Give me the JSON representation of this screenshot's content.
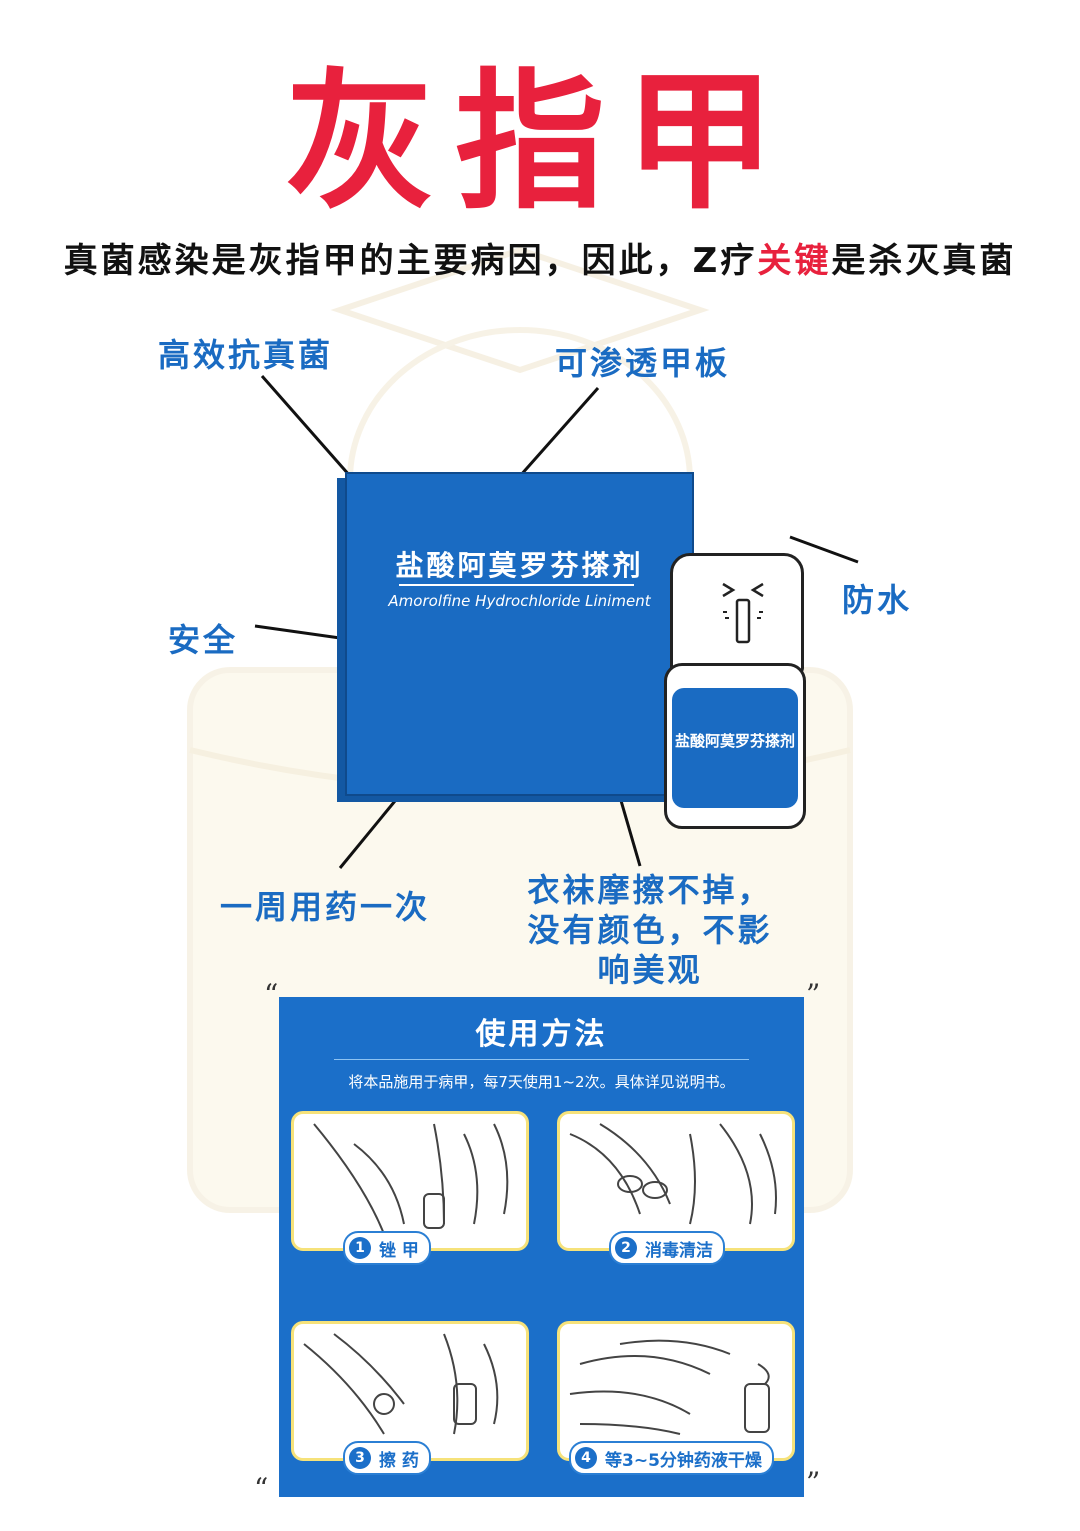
{
  "page": {
    "title": "灰指甲",
    "subtitle_before": "真菌感染是灰指甲的主要病因，因此，Z疗",
    "subtitle_highlight": "关键",
    "subtitle_after": "是杀灭真菌"
  },
  "callouts": {
    "antifungal": "高效抗真菌",
    "penetrate": "可渗透甲板",
    "waterproof": "防水",
    "safe": "安全",
    "weekly": "一周用药一次",
    "rub_line1": "衣袜摩擦不掉，",
    "rub_line2": "没有颜色，不影",
    "rub_line3": "响美观"
  },
  "product": {
    "box_name_cn": "盐酸阿莫罗芬搽剂",
    "box_name_en": "Amorolfine Hydrochloride Liniment",
    "bottle_label": "盐酸阿莫罗芬搽剂"
  },
  "usage": {
    "title": "使用方法",
    "note": "将本品施用于病甲，每7天使用1~2次。具体详见说明书。",
    "steps": [
      {
        "num": "1",
        "label": "锉 甲"
      },
      {
        "num": "2",
        "label": "消毒清洁"
      },
      {
        "num": "3",
        "label": "擦 药"
      },
      {
        "num": "4",
        "label": "等3~5分钟药液干燥"
      }
    ]
  },
  "colors": {
    "title_red": "#e8213d",
    "callout_blue": "#1a6bc2",
    "panel_blue": "#1b6fc9",
    "step_border": "#f6e27a"
  }
}
